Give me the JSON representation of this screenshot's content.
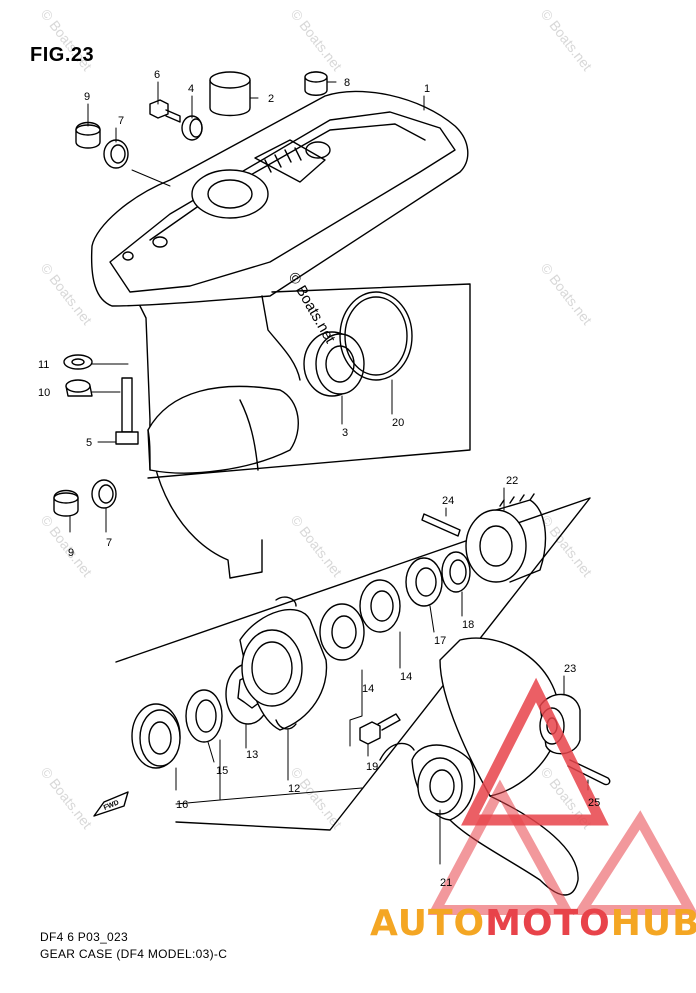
{
  "figure": {
    "title": "FIG.23",
    "code": "DF4 6 P03_023",
    "caption": "GEAR CASE (DF4 MODEL:03)-C"
  },
  "watermark": {
    "text": "© Boats.net",
    "color": "#d8d8d8"
  },
  "center_watermark": "© Boats.net",
  "fwd_label": "FWD",
  "brand": {
    "part1": "AUTO",
    "part2": "MOTO",
    "part3": "HUB",
    "color_primary": "#f4a623",
    "color_secondary": "#e8434a"
  },
  "callouts": [
    "1",
    "2",
    "3",
    "4",
    "5",
    "6",
    "7",
    "7",
    "8",
    "9",
    "9",
    "10",
    "11",
    "12",
    "13",
    "14",
    "14",
    "15",
    "16",
    "17",
    "18",
    "19",
    "20",
    "21",
    "22",
    "23",
    "24",
    "25"
  ]
}
